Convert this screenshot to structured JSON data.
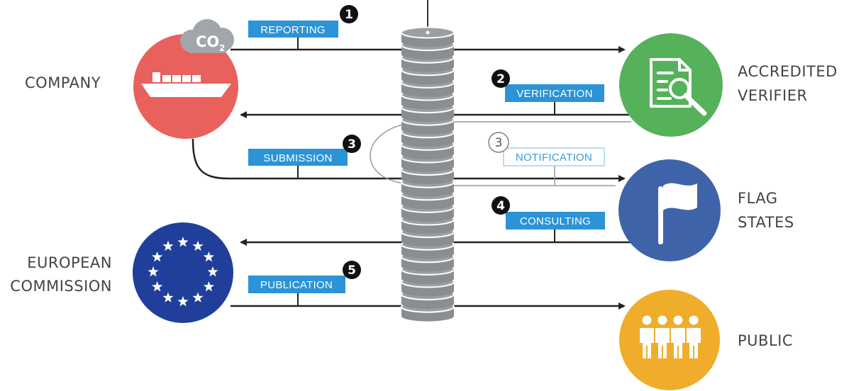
{
  "colors": {
    "company": "#e8615c",
    "verifier": "#55b25a",
    "flag_states": "#3f63a8",
    "commission": "#1f3f9a",
    "public": "#efad2b",
    "step_tag": "#2b93d6",
    "database": "#8a8d91",
    "cloud": "#a2a5a9"
  },
  "entities": {
    "company": {
      "label": "COMPANY",
      "icon": "cargo-ship-icon",
      "badge": "CO",
      "badge_sub": "2"
    },
    "verifier": {
      "label_line1": "ACCREDITED",
      "label_line2": "VERIFIER",
      "icon": "document-magnifier-icon"
    },
    "flag_states": {
      "label_line1": "FLAG",
      "label_line2": "STATES",
      "icon": "flag-icon"
    },
    "commission": {
      "label_line1": "EUROPEAN",
      "label_line2": "COMMISSION",
      "icon": "eu-stars-icon"
    },
    "public": {
      "label": "PUBLIC",
      "icon": "people-group-icon"
    }
  },
  "steps": [
    {
      "number": "1",
      "label": "REPORTING",
      "style": "filled"
    },
    {
      "number": "2",
      "label": "VERIFICATION",
      "style": "filled"
    },
    {
      "number": "3",
      "label": "SUBMISSION",
      "style": "filled"
    },
    {
      "number": "3",
      "label": "NOTIFICATION",
      "style": "outline"
    },
    {
      "number": "4",
      "label": "CONSULTING",
      "style": "filled"
    },
    {
      "number": "5",
      "label": "PUBLICATION",
      "style": "filled"
    }
  ],
  "database": {
    "icon": "database-stack-icon"
  }
}
